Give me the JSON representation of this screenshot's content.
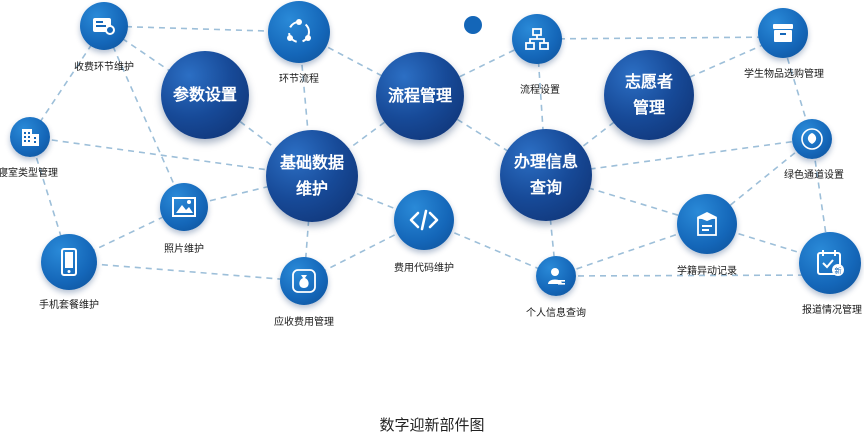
{
  "hubs": {
    "params": "参数设置",
    "flow": "流程管理",
    "volunteer": "志愿者\n管理",
    "basic": "基础数据\n维护",
    "query": "办理信息\n查询"
  },
  "nodes": {
    "fee_step": "收费环节维护",
    "step_flow": "环节流程",
    "flow_setting": "流程设置",
    "goods": "学生物品选购管理",
    "dorm_type": "寝室类型管理",
    "green": "绿色通道设置",
    "photo": "照片维护",
    "fee_code": "费用代码维护",
    "status_change": "学籍异动记录",
    "phone": "手机套餐维护",
    "receivable": "应收费用管理",
    "personal": "个人信息查询",
    "report": "报道情况管理"
  },
  "caption": "数字迎新部件图",
  "colors": {
    "hub": "#174a98",
    "node": "#1466b8",
    "link": "#9dbfd9"
  }
}
